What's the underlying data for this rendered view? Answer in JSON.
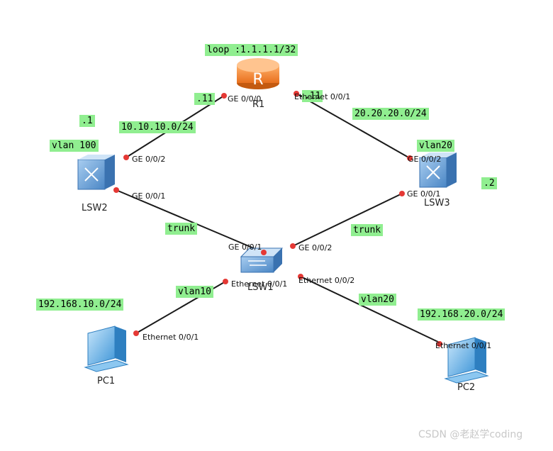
{
  "annotations": {
    "loop": "loop :1.1.1.1/32",
    "r1_left_ip": ".11",
    "r1_right_ip": ".11",
    "lsw2_ip": ".1",
    "lsw3_ip": ".2",
    "net_10": "10.10.10.0/24",
    "net_20": "20.20.20.0/24",
    "vlan100": "vlan 100",
    "vlan20_lsw3": "vlan20",
    "trunk_left": "trunk",
    "trunk_right": "trunk",
    "vlan10": "vlan10",
    "vlan20_pc2": "vlan20",
    "net_pc1": "192.168.10.0/24",
    "net_pc2": "192.168.20.0/24"
  },
  "devices": {
    "r1": "R1",
    "lsw2": "LSW2",
    "lsw3": "LSW3",
    "lsw1": "LSW1",
    "pc1": "PC1",
    "pc2": "PC2"
  },
  "ports": {
    "r1_ge000": "GE 0/0/0",
    "r1_eth001": "Ethernet 0/0/1",
    "lsw2_ge002": "GE 0/0/2",
    "lsw2_ge001": "GE 0/0/1",
    "lsw3_ge002": "GE 0/0/2",
    "lsw3_ge001": "GE 0/0/1",
    "lsw1_ge001": "GE 0/0/1",
    "lsw1_ge002": "GE 0/0/2",
    "lsw1_eth001": "Ethernet 0/0/1",
    "lsw1_eth002": "Ethernet 0/0/2",
    "pc1_eth001": "Ethernet 0/0/1",
    "pc2_eth001": "Ethernet 0/0/1"
  },
  "watermark": "CSDN @老赵学coding",
  "colors": {
    "label_bg": "#90ee90",
    "link": "#1a1a1a",
    "port_dot": "#e53935",
    "router": "#f0883a",
    "switch": "#5b9bd5",
    "pc": "#4fa3e0"
  },
  "icons": {
    "r1": "router-icon",
    "lsw2": "l3-switch-icon",
    "lsw3": "l3-switch-icon",
    "lsw1": "l2-switch-icon",
    "pc1": "pc-icon",
    "pc2": "pc-icon"
  }
}
